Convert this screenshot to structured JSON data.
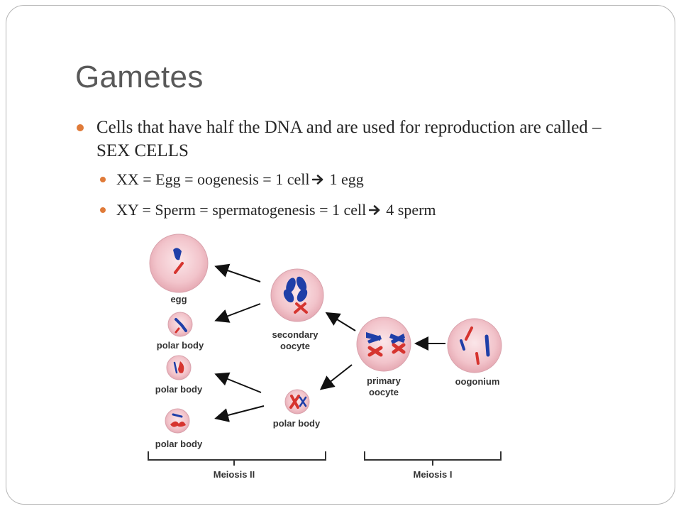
{
  "slide": {
    "title": "Gametes",
    "bullet": "Cells that have half the DNA and are used for reproduction are called – SEX CELLS",
    "sub_bullets": [
      {
        "before": "XX = Egg = oogenesis = 1 cell",
        "after": "1 egg"
      },
      {
        "before": "XY = Sperm = spermatogenesis = 1 cell",
        "after": "4 sperm"
      }
    ],
    "colors": {
      "accent": "#e07b39",
      "title": "#595959",
      "chrom_blue": "#1f3fa8",
      "chrom_red": "#d6342f",
      "cell_fill": "#f4c9cf"
    }
  },
  "diagram": {
    "labels": {
      "egg": "egg",
      "polar_body_1": "polar body",
      "polar_body_2": "polar body",
      "polar_body_3": "polar body",
      "secondary_line1": "secondary",
      "secondary_line2": "oocyte",
      "primary_line1": "primary",
      "primary_line2": "oocyte",
      "oogonium": "oogonium",
      "polar_body_meiosis1": "polar body",
      "meiosis2": "Meiosis II",
      "meiosis1": "Meiosis I"
    }
  }
}
